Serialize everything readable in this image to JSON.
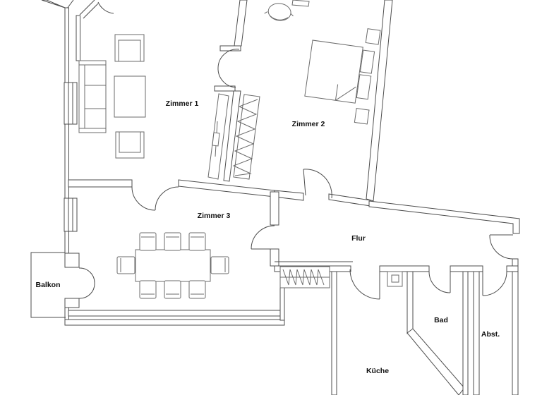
{
  "meta": {
    "type": "architectural floor plan",
    "language": "de"
  },
  "colors": {
    "background": "#ffffff",
    "wall_line": "#4d4d4d",
    "furniture_line": "#6b6b6b",
    "text": "#111111"
  },
  "rooms": {
    "zimmer1": {
      "label": "Zimmer 1"
    },
    "zimmer2": {
      "label": "Zimmer 2"
    },
    "zimmer3": {
      "label": "Zimmer 3"
    },
    "flur": {
      "label": "Flur"
    },
    "balkon": {
      "label": "Balkon"
    },
    "kueche": {
      "label": "Küche"
    },
    "bad": {
      "label": "Bad"
    },
    "abstellraum": {
      "label": "Abst."
    }
  }
}
